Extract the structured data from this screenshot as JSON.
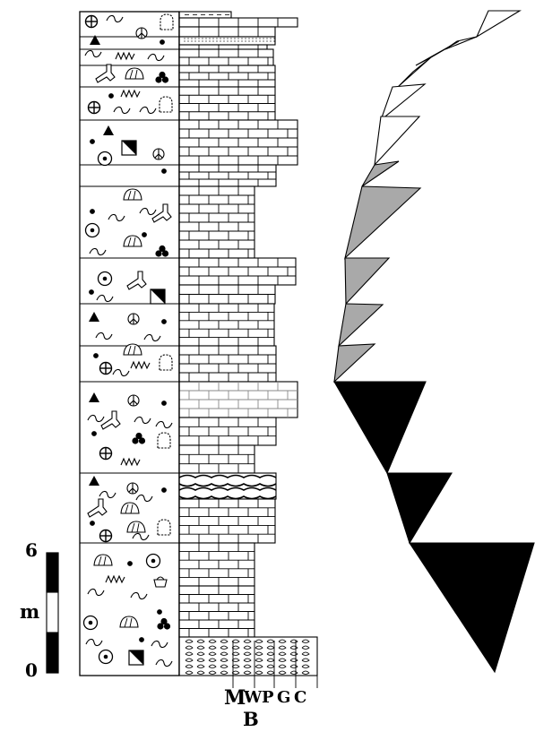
{
  "scale": {
    "top_value": "6",
    "unit": "m",
    "bottom_value": "0"
  },
  "texture_legend": {
    "m": "M",
    "w": "W",
    "p": "P",
    "g": "G",
    "c": "C",
    "title": "B"
  },
  "colors": {
    "ink": "#000000",
    "paper": "#ffffff",
    "middle_fill": "#a9a9a9"
  }
}
